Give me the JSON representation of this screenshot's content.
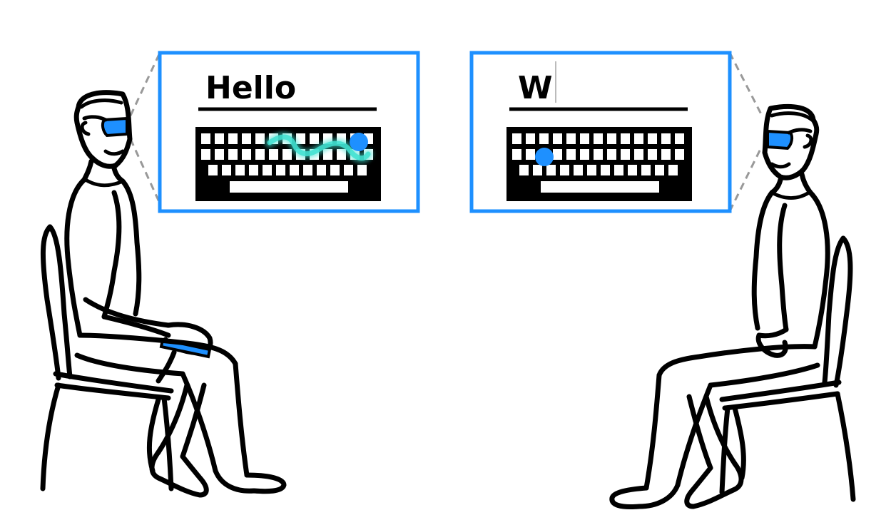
{
  "left_panel": {
    "typed_text": "Hello",
    "input_mode": "gesture-swipe",
    "frame_color": "#1E90FF",
    "cursor_color": "#1E90FF",
    "trace_color": "#40E0D0"
  },
  "right_panel": {
    "typed_text": "W",
    "input_mode": "tap",
    "frame_color": "#1E90FF",
    "cursor_color": "#1E90FF"
  },
  "colors": {
    "accent": "#1E90FF",
    "ink": "#000000",
    "trace": "#40E0D0"
  },
  "icons": [
    "vr-headset-icon",
    "handheld-controller-icon",
    "keyboard-icon"
  ]
}
